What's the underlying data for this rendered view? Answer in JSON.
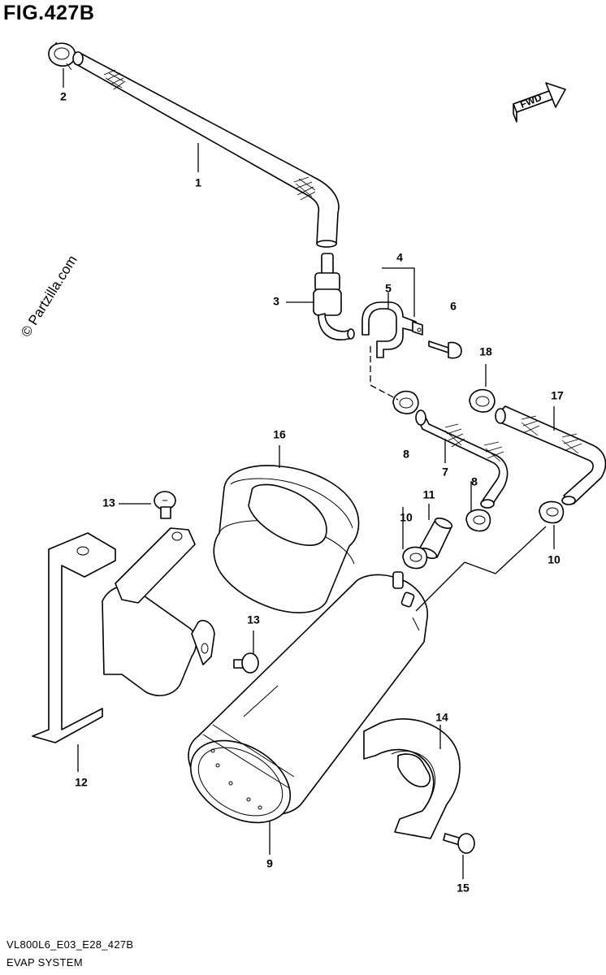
{
  "figure": {
    "title": "FIG.427B",
    "watermark": "© Partzilla.com",
    "code": "VL800L6_E03_E28_427B",
    "subtitle": "EVAP SYSTEM",
    "fwd_label": "FWD"
  },
  "callouts": [
    {
      "id": "c1",
      "number": "1"
    },
    {
      "id": "c2",
      "number": "2"
    },
    {
      "id": "c3",
      "number": "3"
    },
    {
      "id": "c4",
      "number": "4"
    },
    {
      "id": "c5",
      "number": "5"
    },
    {
      "id": "c6",
      "number": "6"
    },
    {
      "id": "c7",
      "number": "7"
    },
    {
      "id": "c8a",
      "number": "8"
    },
    {
      "id": "c8b",
      "number": "8"
    },
    {
      "id": "c9",
      "number": "9"
    },
    {
      "id": "c10a",
      "number": "10"
    },
    {
      "id": "c10b",
      "number": "10"
    },
    {
      "id": "c11",
      "number": "11"
    },
    {
      "id": "c12",
      "number": "12"
    },
    {
      "id": "c13a",
      "number": "13"
    },
    {
      "id": "c13b",
      "number": "13"
    },
    {
      "id": "c14",
      "number": "14"
    },
    {
      "id": "c15",
      "number": "15"
    },
    {
      "id": "c16",
      "number": "16"
    },
    {
      "id": "c17",
      "number": "17"
    },
    {
      "id": "c18",
      "number": "18"
    }
  ]
}
